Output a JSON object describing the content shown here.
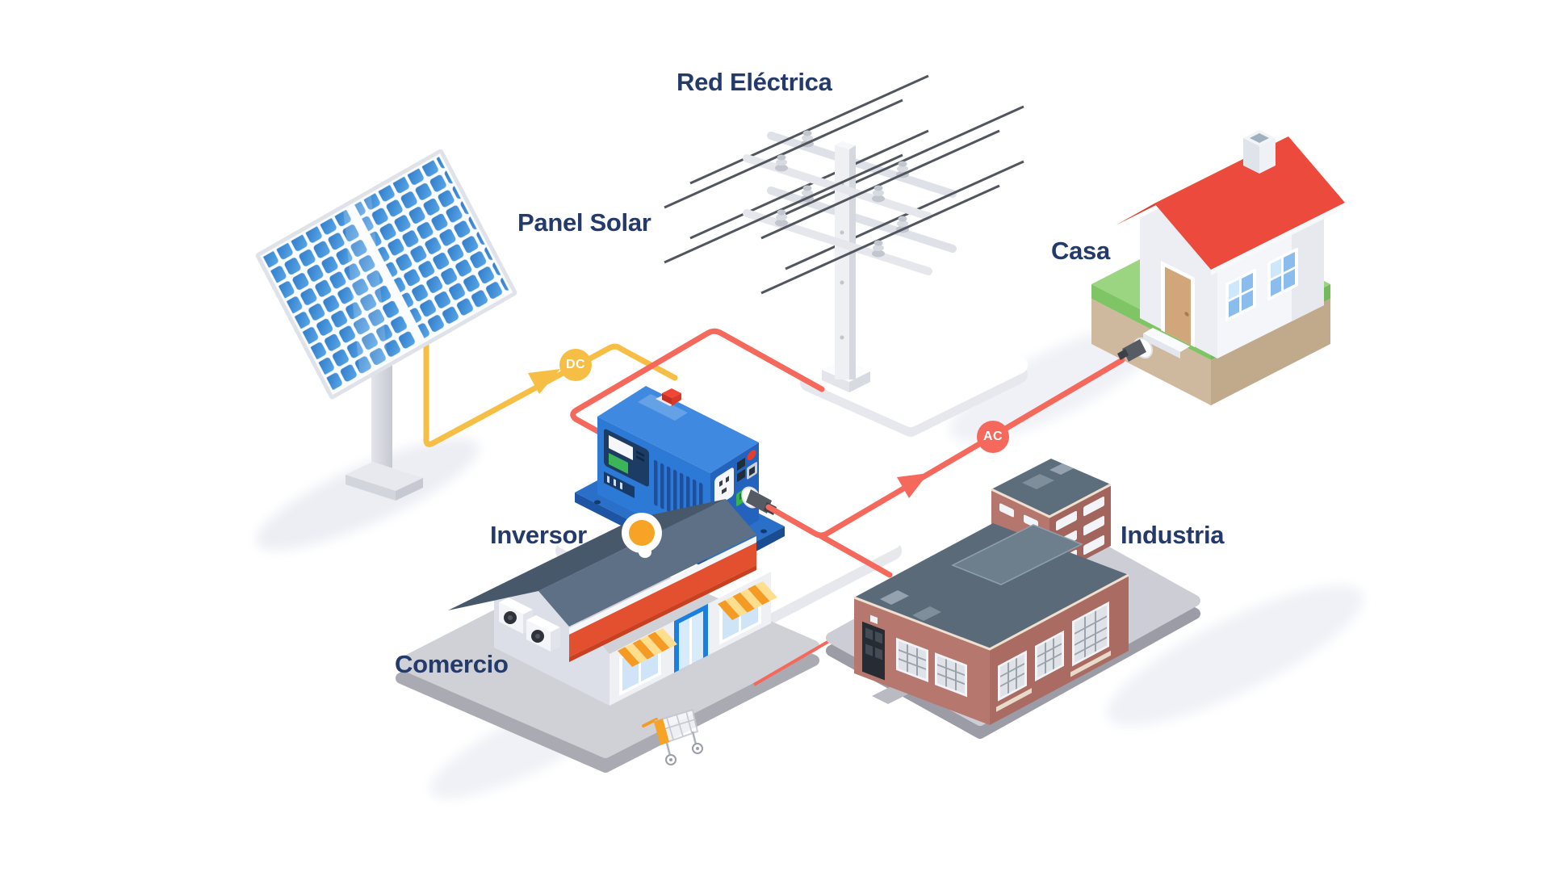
{
  "scene": {
    "labels": {
      "solar_panel": "Panel Solar",
      "grid": "Red Eléctrica",
      "house": "Casa",
      "inverter": "Inversor",
      "commerce": "Comercio",
      "industry": "Industria"
    },
    "badges": {
      "dc": "DC",
      "ac": "AC"
    },
    "colors": {
      "label_text": "#243A6B",
      "dc_flow": "#F6BE44",
      "ac_flow": "#F4695C",
      "panel_cell_blue": "#3E87D6",
      "inverter_blue": "#2D7AD6",
      "house_roof_red": "#EC4A3C",
      "grass_green": "#9BD581",
      "industry_brick": "#B5776E",
      "commerce_roof_slate": "#47586B",
      "background": "#FFFFFF"
    },
    "connections": [
      {
        "from": "solar_panel",
        "to": "inverter",
        "type": "DC"
      },
      {
        "from": "inverter",
        "to": "grid",
        "type": "AC"
      },
      {
        "from": "inverter",
        "to": "house",
        "type": "AC"
      },
      {
        "from": "inverter",
        "to": "industry",
        "type": "AC"
      },
      {
        "from": "commerce",
        "to": "industry",
        "type": "AC"
      }
    ]
  }
}
